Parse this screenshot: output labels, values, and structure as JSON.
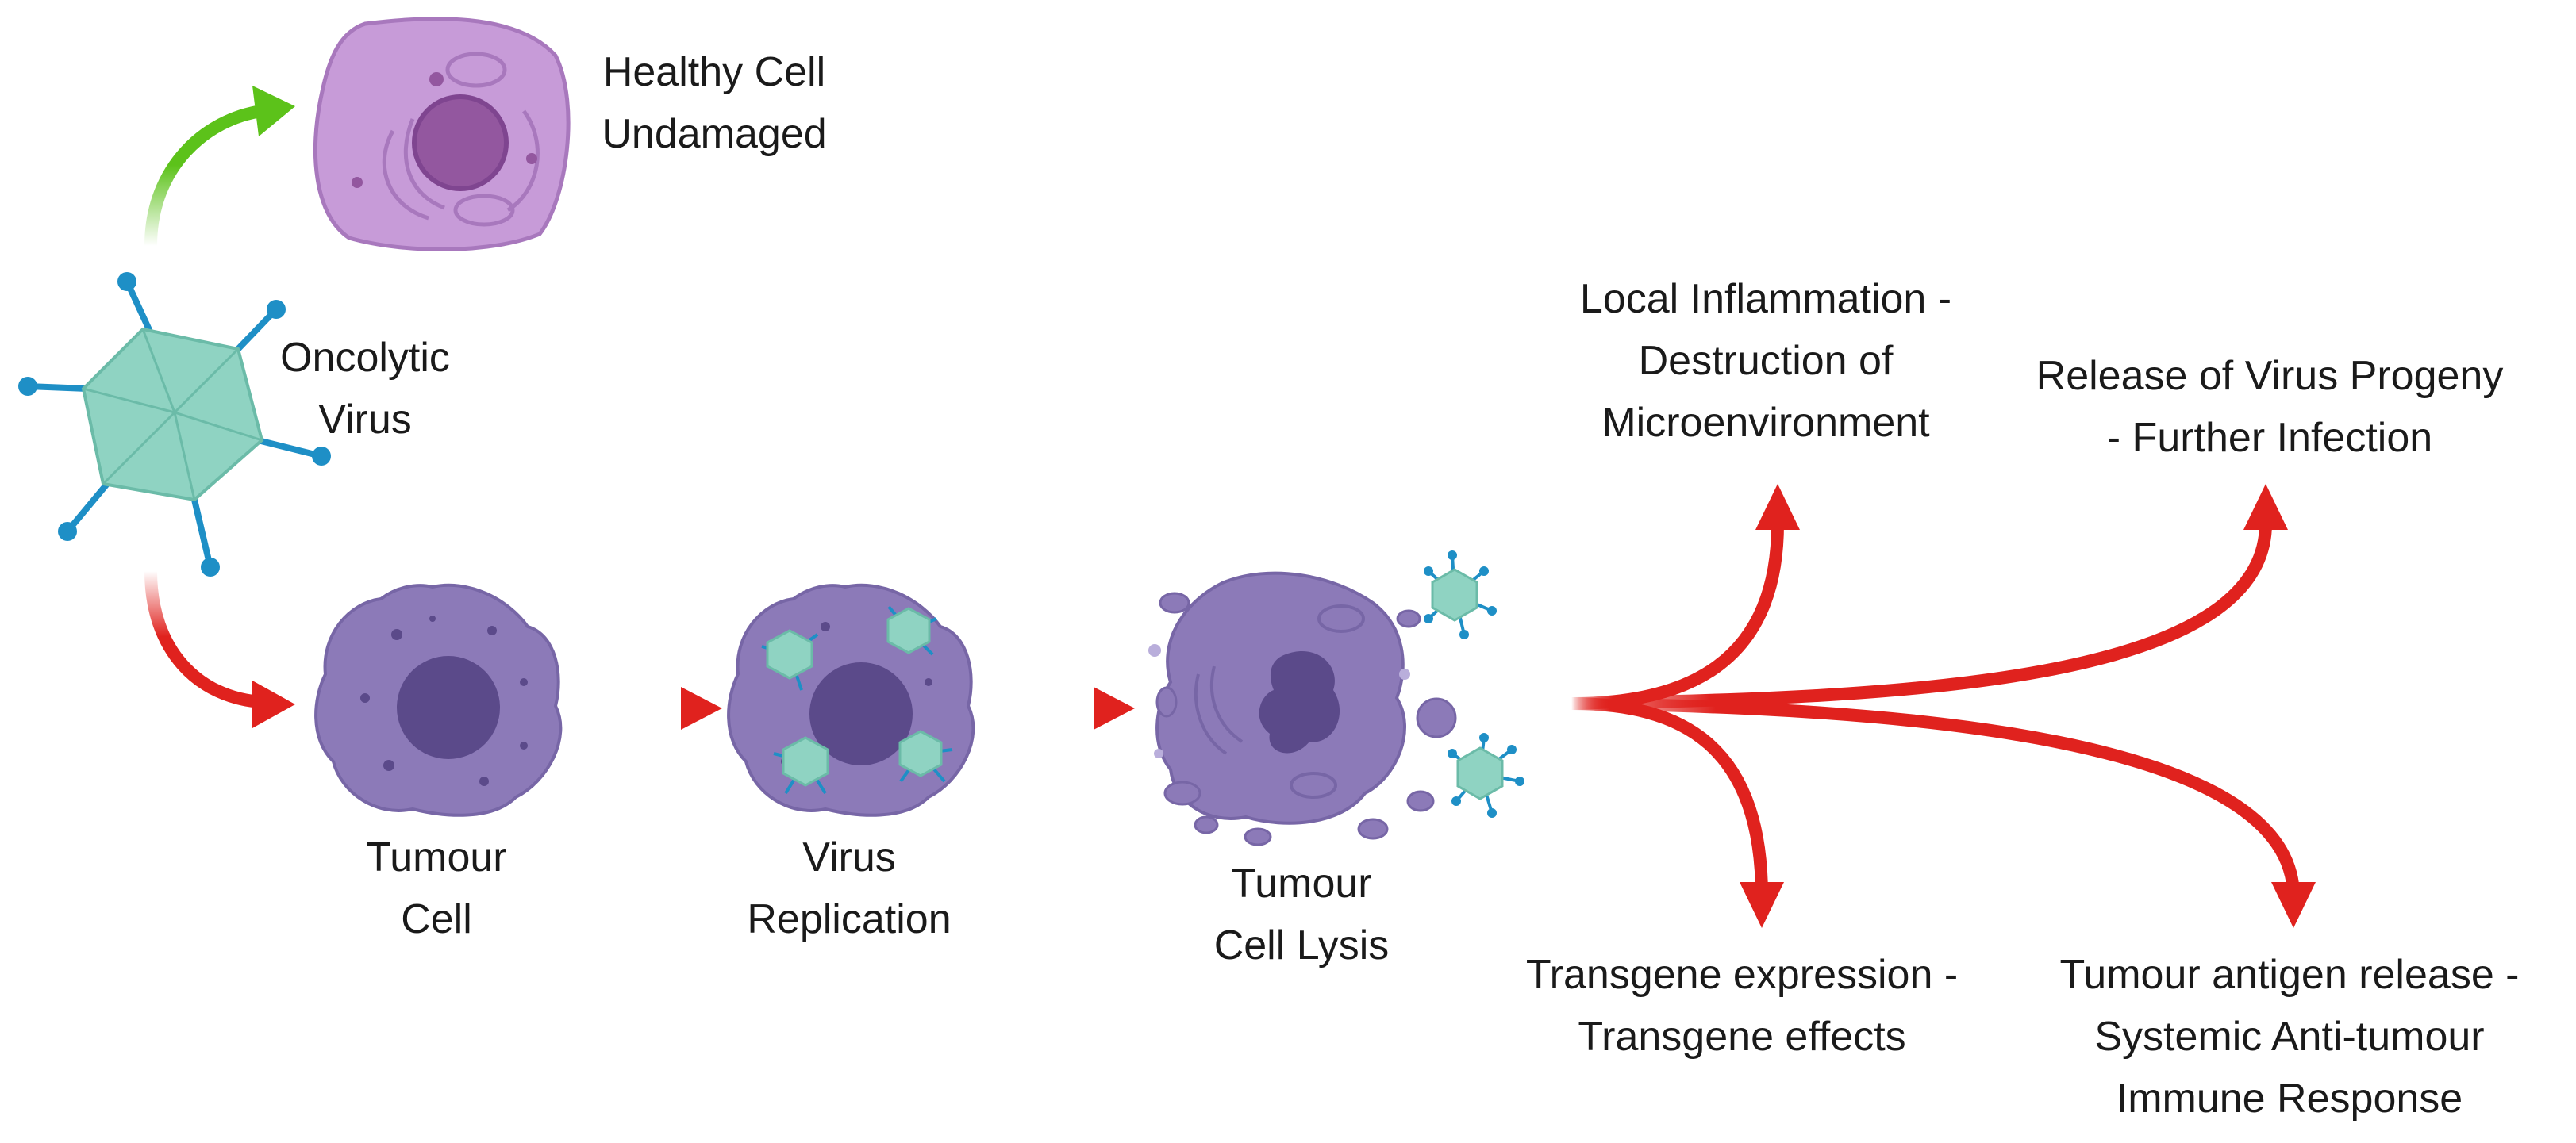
{
  "labels": {
    "healthy": [
      "Healthy Cell",
      "Undamaged"
    ],
    "oncolytic": [
      "Oncolytic",
      "Virus"
    ],
    "tumour": [
      "Tumour",
      "Cell"
    ],
    "replication": [
      "Virus",
      "Replication"
    ],
    "lysis": [
      "Tumour",
      "Cell Lysis"
    ],
    "inflammation": [
      "Local Inflammation -",
      "Destruction of",
      "Microenvironment"
    ],
    "progeny": [
      "Release of Virus Progeny",
      "- Further Infection"
    ],
    "transgene": [
      "Transgene expression -",
      "Transgene effects"
    ],
    "antigen": [
      "Tumour antigen release -",
      "Systemic Anti-tumour",
      "Immune Response"
    ]
  },
  "colors": {
    "healthy_cell": "#c79bd8",
    "healthy_nucleus": "#93579f",
    "tumour_cell": "#8c7ab8",
    "tumour_nucleus": "#5b4a8a",
    "virus_fill": "#8fd3c2",
    "virus_spike": "#1e8fc6",
    "arrow_green": "#5cc21a",
    "arrow_red": "#e0221e"
  }
}
